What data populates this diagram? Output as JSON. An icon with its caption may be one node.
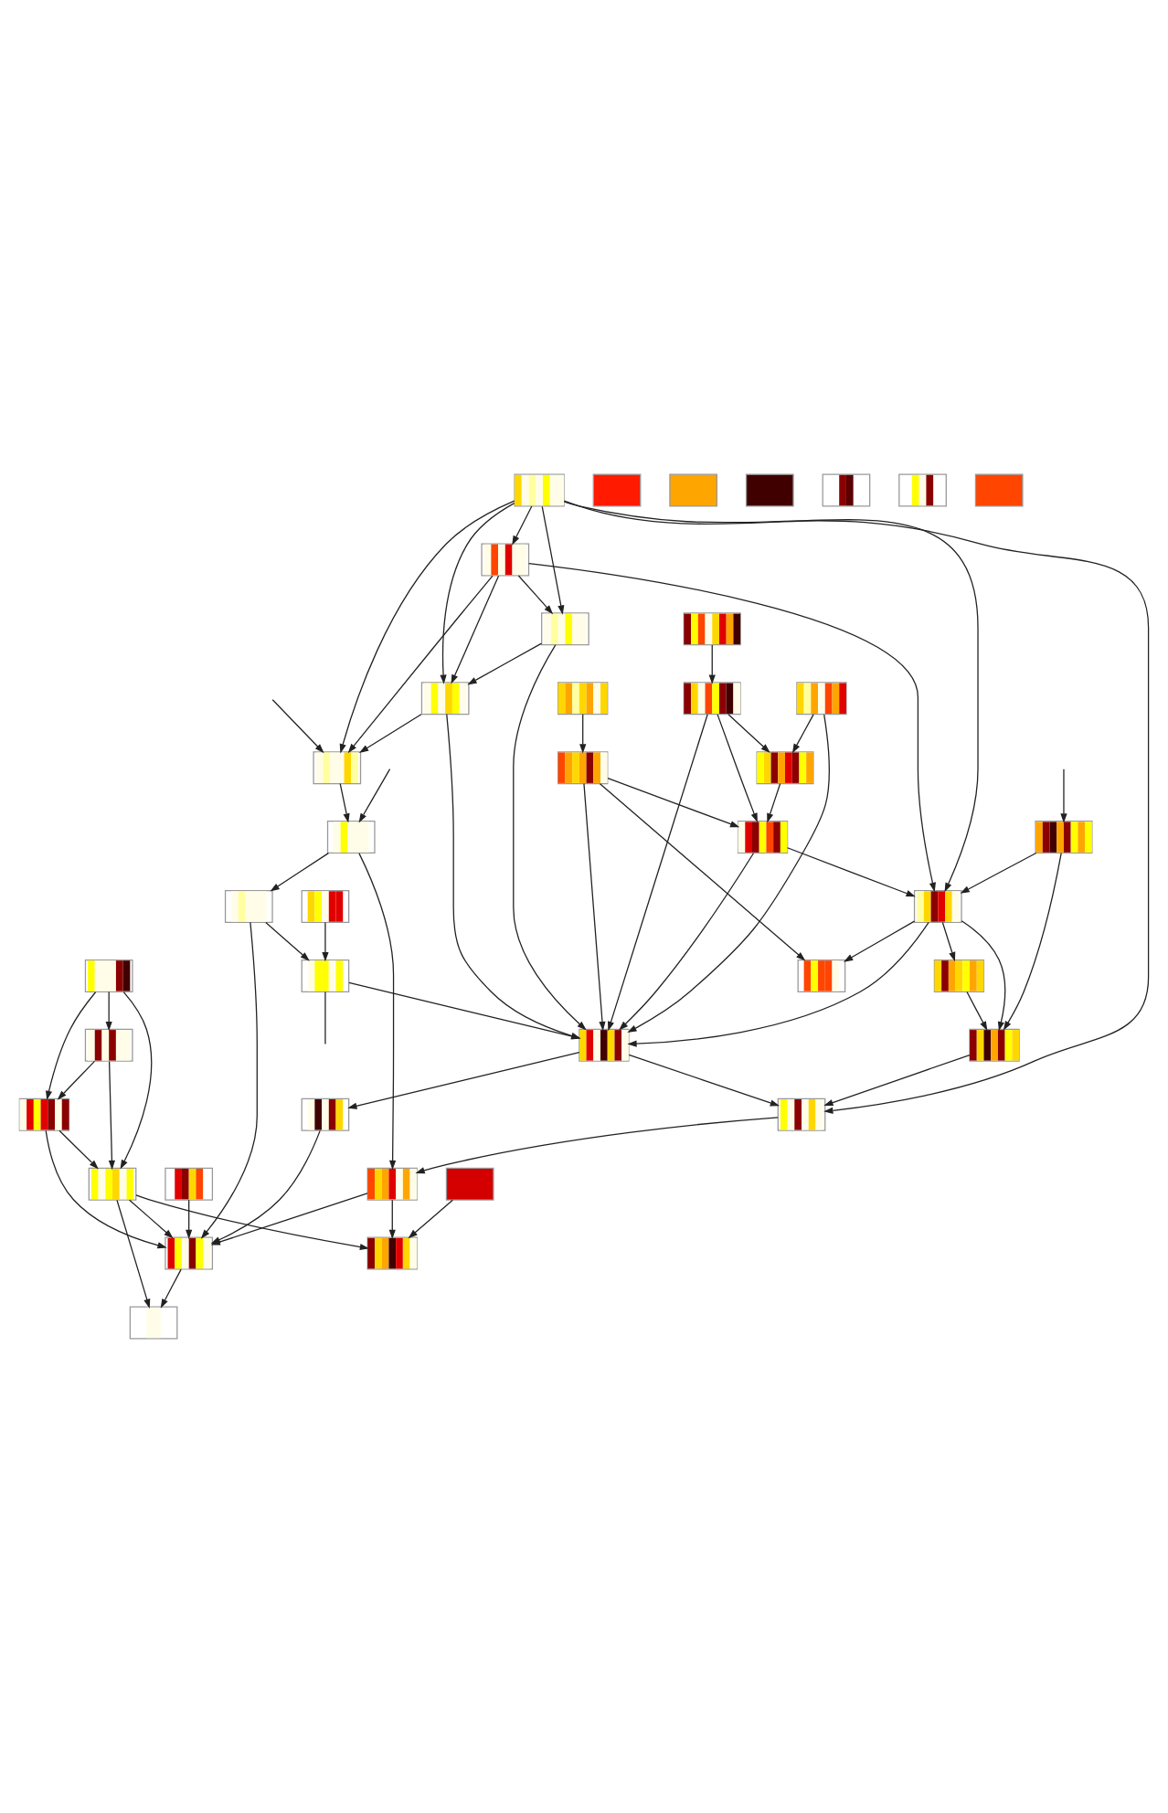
{
  "diagram": {
    "nodes": [
      {
        "text": [],
        "shape": "picture"
      },
      {
        "text": [],
        "shape": "picture"
      },
      {
        "text": [],
        "shape": "picture"
      },
      {
        "text": [],
        "shape": "picture"
      },
      {
        "text": [],
        "shape": "picture"
      },
      {
        "text": [],
        "shape": "picture"
      },
      {
        "text": [],
        "shape": "picture"
      },
      {
        "text": [],
        "shape": "picture"
      },
      {
        "text": [],
        "shape": "picture"
      },
      {
        "text": [],
        "shape": "picture"
      },
      {
        "text": [],
        "shape": "picture"
      },
      {
        "text": [],
        "shape": "picture"
      },
      {
        "text": [],
        "shape": "picture"
      },
      {
        "text": [],
        "shape": "picture"
      },
      {
        "text": [],
        "shape": "picture"
      },
      {
        "text": [],
        "shape": "picture"
      },
      {
        "text": [],
        "shape": "picture"
      },
      {
        "text": [],
        "shape": "picture"
      },
      {
        "text": [],
        "shape": "picture"
      },
      {
        "text": [],
        "shape": "picture"
      },
      {
        "text": [],
        "shape": "picture"
      },
      {
        "text": [],
        "shape": "picture"
      },
      {
        "text": [],
        "shape": "picture"
      },
      {
        "text": [],
        "shape": "picture"
      },
      {
        "text": [],
        "shape": "box"
      },
      {
        "text": [],
        "shape": "picture"
      },
      {
        "text": [],
        "shape": "picture"
      },
      {
        "text": [],
        "shape": "picture"
      },
      {
        "text": [],
        "shape": "picture"
      },
      {
        "text": [],
        "shape": "box"
      },
      {
        "text": [],
        "shape": "box"
      },
      {
        "text": [],
        "shape": "box"
      },
      {
        "text": [],
        "shape": "picture"
      },
      {
        "text": [],
        "shape": "picture"
      },
      {
        "text": [],
        "shape": "picture"
      },
      {
        "text": [],
        "shape": "picture"
      },
      {
        "text": [],
        "shape": "picture"
      },
      {
        "text": [],
        "shape": "picture"
      },
      {
        "text": [],
        "shape": "picture"
      },
      {
        "text": [],
        "shape": "box"
      }
    ],
    "edges": [
      {
        "from": 1,
        "to": 2,
        "arrow": "to"
      },
      {
        "from": 3,
        "to": 4,
        "arrow": "to"
      },
      {
        "from": 0,
        "to": 6,
        "arrow": "to"
      },
      {
        "from": 2,
        "to": 6,
        "arrow": "to"
      },
      {
        "from": 2,
        "to": 7,
        "arrow": "to"
      },
      {
        "from": 4,
        "to": 7,
        "arrow": "to"
      },
      {
        "from": 6,
        "to": 7,
        "arrow": "to"
      },
      {
        "from": 5,
        "to": 8,
        "arrow": "to"
      },
      {
        "from": 5,
        "to": 12,
        "arrow": "to"
      },
      {
        "from": 5,
        "to": 13,
        "arrow": "to"
      },
      {
        "from": 5,
        "to": 14,
        "arrow": "to"
      },
      {
        "from": 5,
        "to": 11,
        "arrow": "to"
      },
      {
        "from": 5,
        "to": 22,
        "arrow": "to"
      },
      {
        "from": null,
        "to": 13,
        "arrow": "to"
      },
      {
        "from": null,
        "to": 9,
        "arrow": "to"
      },
      {
        "from": 8,
        "to": 11,
        "arrow": "to"
      },
      {
        "from": 8,
        "to": 12,
        "arrow": "to"
      },
      {
        "from": 8,
        "to": 13,
        "arrow": "to"
      },
      {
        "from": 8,
        "to": 14,
        "arrow": "to"
      },
      {
        "from": 11,
        "to": 12,
        "arrow": "to"
      },
      {
        "from": 12,
        "to": 13,
        "arrow": "to"
      },
      {
        "from": 9,
        "to": 14,
        "arrow": "to"
      },
      {
        "from": 9,
        "to": 21,
        "arrow": "to"
      },
      {
        "from": 0,
        "to": 18,
        "arrow": "to"
      },
      {
        "from": 2,
        "to": 18,
        "arrow": "to"
      },
      {
        "from": 4,
        "to": 18,
        "arrow": "to"
      },
      {
        "from": 7,
        "to": 18,
        "arrow": "to"
      },
      {
        "from": 7,
        "to": 14,
        "arrow": "to"
      },
      {
        "from": 4,
        "to": 19,
        "arrow": "to"
      },
      {
        "from": 13,
        "to": 15,
        "arrow": "to"
      },
      {
        "from": 10,
        "to": 17,
        "arrow": "to"
      },
      {
        "from": 11,
        "to": 18,
        "arrow": "to"
      },
      {
        "from": 12,
        "to": 18,
        "arrow": "to"
      },
      {
        "from": 14,
        "to": 18,
        "arrow": "to"
      },
      {
        "from": 14,
        "to": 19,
        "arrow": "to"
      },
      {
        "from": 14,
        "to": 20,
        "arrow": "to"
      },
      {
        "from": 14,
        "to": 21,
        "arrow": "to"
      },
      {
        "from": null,
        "to": 15,
        "arrow": "to"
      },
      {
        "from": 15,
        "to": 16,
        "arrow": "to"
      },
      {
        "from": 16,
        "to": 17,
        "arrow": "to"
      },
      {
        "from": 17,
        "to": 18,
        "arrow": "to"
      },
      {
        "from": 20,
        "to": 21,
        "arrow": "to"
      },
      {
        "from": 18,
        "to": 22,
        "arrow": "to"
      },
      {
        "from": 21,
        "to": 22,
        "arrow": "to"
      },
      {
        "from": 18,
        "to": 23,
        "arrow": "to"
      },
      {
        "from": 17,
        "to": null,
        "arrow": "none"
      },
      {
        "from": 15,
        "to": 28,
        "arrow": "to"
      },
      {
        "from": 22,
        "to": 28,
        "arrow": "to"
      },
      {
        "from": 23,
        "to": 36,
        "arrow": "to"
      },
      {
        "from": 24,
        "to": 38,
        "arrow": "to"
      },
      {
        "from": 16,
        "to": 36,
        "arrow": "to"
      },
      {
        "from": 25,
        "to": 36,
        "arrow": "to"
      },
      {
        "from": 26,
        "to": 27,
        "arrow": "to"
      },
      {
        "from": 26,
        "to": 32,
        "arrow": "to"
      },
      {
        "from": 26,
        "to": 33,
        "arrow": "to"
      },
      {
        "from": 27,
        "to": 32,
        "arrow": "to"
      },
      {
        "from": 27,
        "to": 33,
        "arrow": "to"
      },
      {
        "from": 32,
        "to": 33,
        "arrow": "to"
      },
      {
        "from": 32,
        "to": 36,
        "arrow": "to"
      },
      {
        "from": 33,
        "to": 36,
        "arrow": "to"
      },
      {
        "from": 33,
        "to": 37,
        "arrow": "to"
      },
      {
        "from": 33,
        "to": 38,
        "arrow": "to"
      },
      {
        "from": 28,
        "to": 36,
        "arrow": "to"
      },
      {
        "from": 28,
        "to": 38,
        "arrow": "to"
      },
      {
        "from": 36,
        "to": 37,
        "arrow": "to"
      }
    ]
  }
}
